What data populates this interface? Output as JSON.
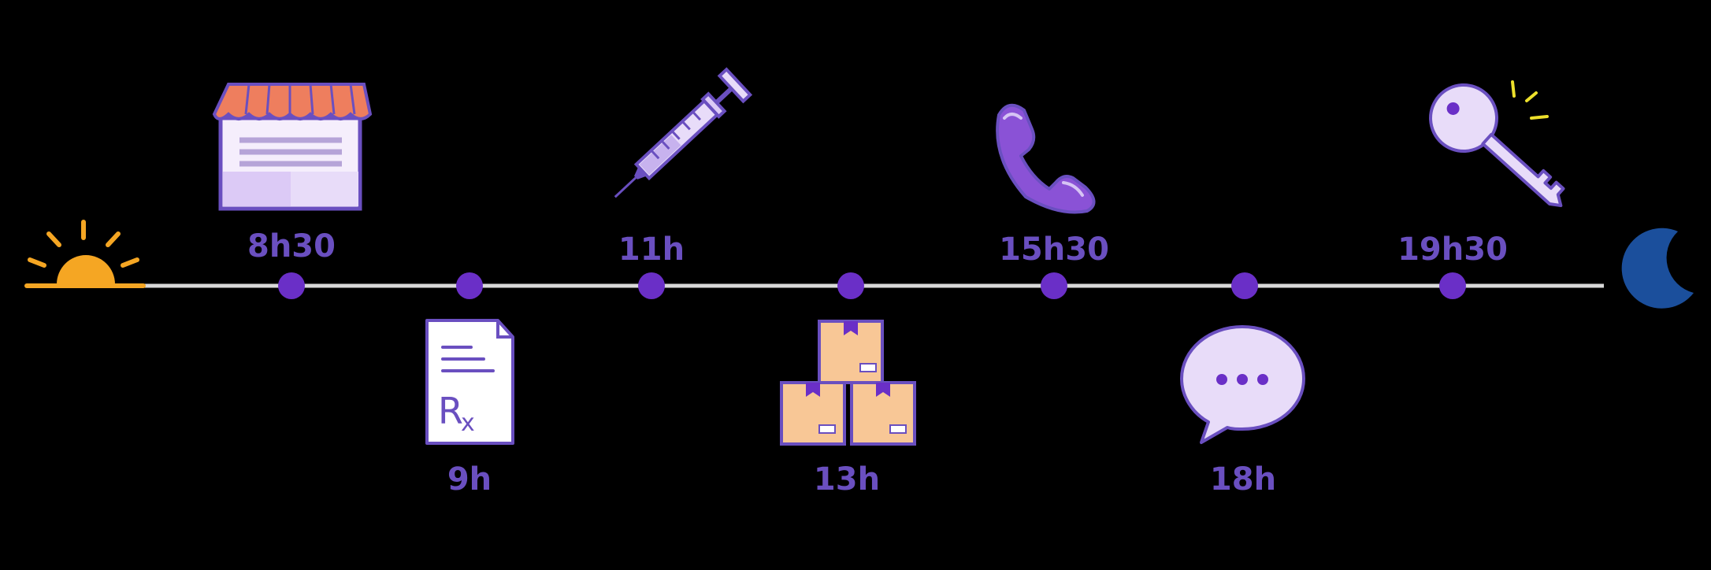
{
  "timeline": {
    "start_icon": "sunrise-icon",
    "end_icon": "moon-icon",
    "colors": {
      "line": "#d9d9d9",
      "dot": "#6a2fc7",
      "label": "#6a4fc0",
      "sun": "#f5a623",
      "moon": "#1b4f9c"
    },
    "events": [
      {
        "time": "8h30",
        "icon": "store-icon"
      },
      {
        "time": "9h",
        "icon": "prescription-icon"
      },
      {
        "time": "11h",
        "icon": "syringe-icon"
      },
      {
        "time": "13h",
        "icon": "boxes-icon"
      },
      {
        "time": "15h30",
        "icon": "phone-icon"
      },
      {
        "time": "18h",
        "icon": "chat-bubble-icon"
      },
      {
        "time": "19h30",
        "icon": "key-icon"
      }
    ]
  }
}
